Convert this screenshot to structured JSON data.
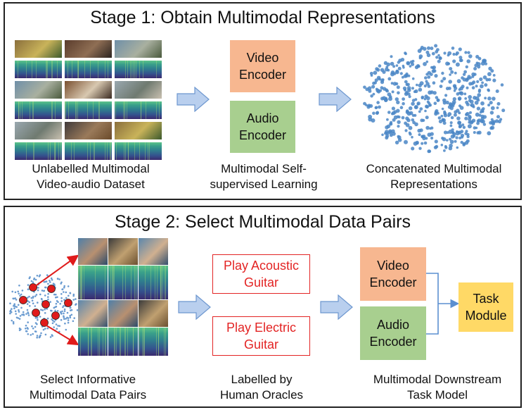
{
  "stage1": {
    "title": "Stage 1: Obtain Multimodal Representations",
    "dataset_caption": [
      "Unlabelled Multimodal",
      "Video-audio Dataset"
    ],
    "video_encoder": "Video\nEncoder",
    "audio_encoder": "Audio\nEncoder",
    "learning_caption": [
      "Multimodal Self-",
      "supervised Learning"
    ],
    "representations_caption": [
      "Concatenated Multimodal",
      "Representations"
    ]
  },
  "stage2": {
    "title": "Stage 2: Select Multimodal Data Pairs",
    "select_caption": [
      "Select Informative",
      "Multimodal Data Pairs"
    ],
    "oracle_label_1": "Play Acoustic\nGuitar",
    "oracle_label_2": "Play Electric\nGuitar",
    "oracle_caption": [
      "Labelled by",
      "Human Oracles"
    ],
    "video_encoder": "Video\nEncoder",
    "audio_encoder": "Audio\nEncoder",
    "task_module": "Task\nModule",
    "downstream_caption": [
      "Multimodal Downstream",
      "Task Model"
    ]
  },
  "colors": {
    "video_encoder": "#f7b790",
    "audio_encoder": "#a8cf8f",
    "task_module": "#ffd966",
    "oracle_text": "#e32424",
    "flow_arrow": "#8eb4e3",
    "point": "#4a86c5",
    "selected_point": "#e01b1b"
  }
}
